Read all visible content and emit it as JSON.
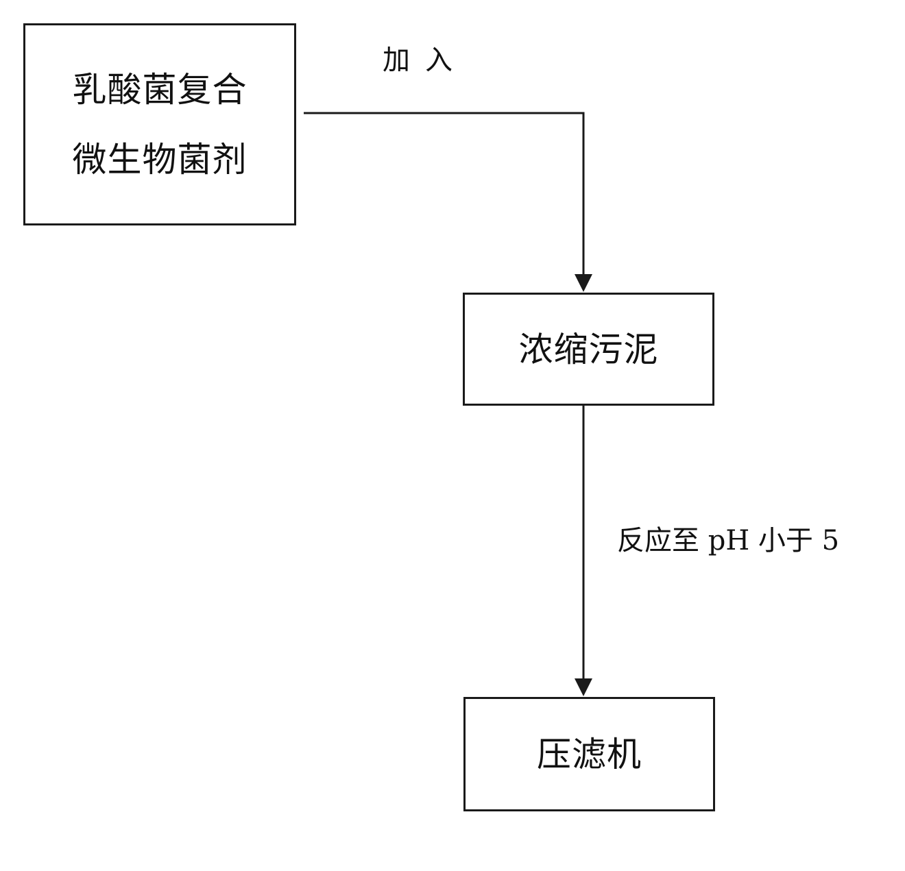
{
  "diagram": {
    "nodes": {
      "agent": {
        "line1": "乳酸菌复合",
        "line2": "微生物菌剂"
      },
      "sludge": {
        "label": "浓缩污泥"
      },
      "press": {
        "label": "压滤机"
      }
    },
    "edges": {
      "agent_to_sludge": {
        "label": "加入"
      },
      "sludge_to_press": {
        "label": "反应至 pH 小于 5"
      }
    }
  }
}
